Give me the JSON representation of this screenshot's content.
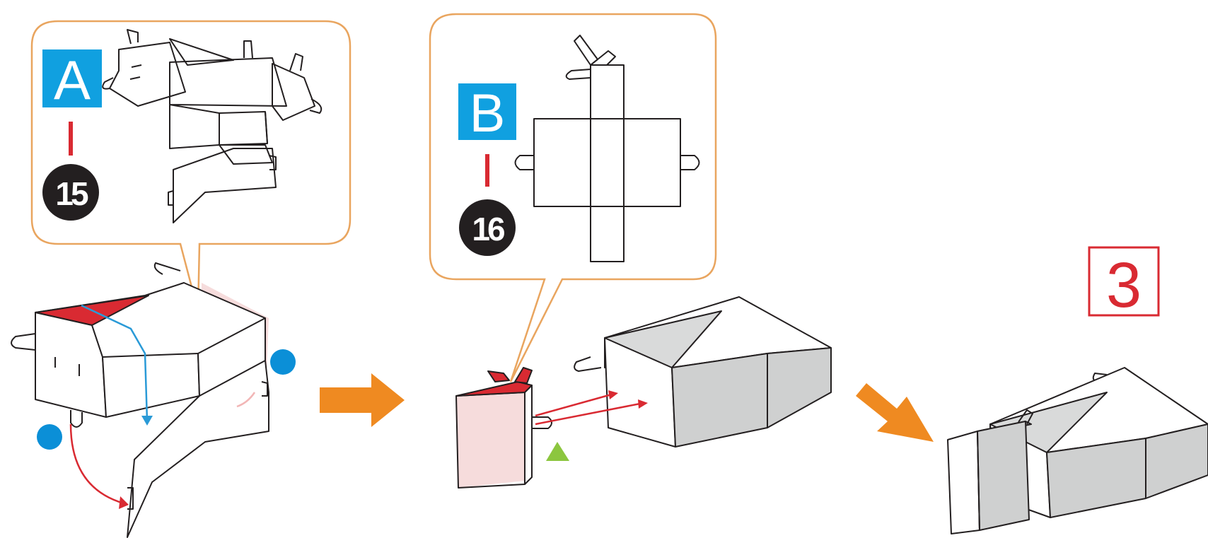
{
  "labels": {
    "part_a": "A",
    "part_a_number": "15",
    "part_b": "B",
    "part_b_number": "16",
    "step_number": "3"
  },
  "colors": {
    "callout_border": "#e9a55f",
    "label_badge": "#10a0e0",
    "number_circle": "#231f20",
    "accent_red": "#d92a32",
    "guide_blue": "#2a9ad7",
    "process_arrow": "#ef8a21",
    "marker_green": "#8cc63f",
    "marker_blue_dot": "#0b8fd7",
    "shade_gray": "#cfd0d0"
  }
}
